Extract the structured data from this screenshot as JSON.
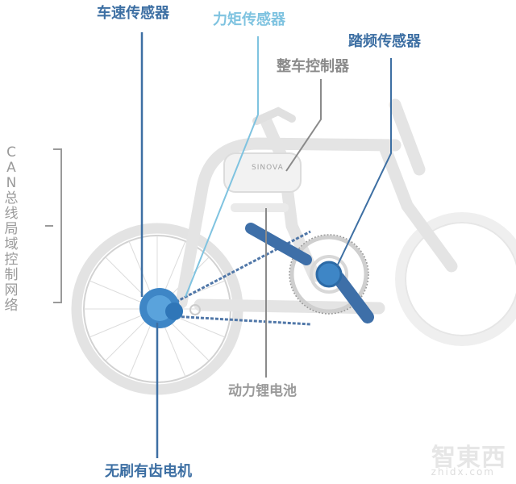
{
  "labels": {
    "wheel_speed_sensor": "车速传感器",
    "torque_sensor": "力矩传感器",
    "cadence_sensor": "踏频传感器",
    "vehicle_controller": "整车控制器",
    "can_bus": "CAN总线局域控制网络",
    "battery": "动力锂电池",
    "hub_motor": "无刷有齿电机"
  },
  "frame_text": "SINOVA",
  "watermark": {
    "main": "智東西",
    "sub": "zhidx.com"
  },
  "colors": {
    "dark_blue": "#3d6fa3",
    "light_blue": "#7fc3e0",
    "gray": "#8a8a8a",
    "motor_blue": "#3e86c6",
    "chain": "#5077a8"
  }
}
